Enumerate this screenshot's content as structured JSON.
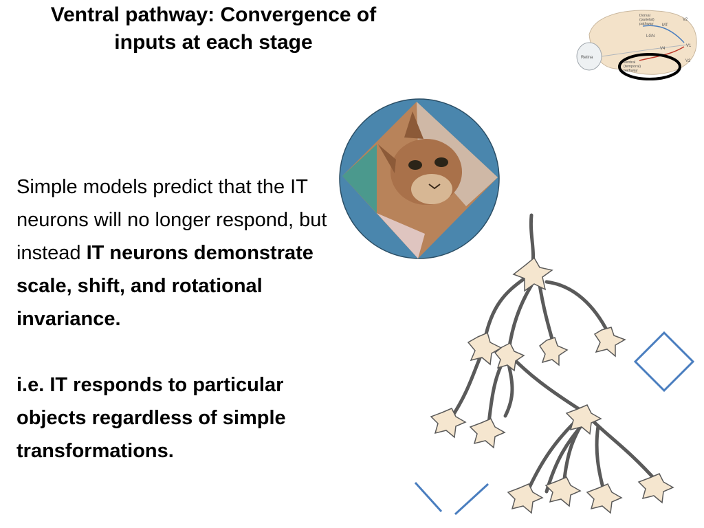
{
  "slide": {
    "title_line1": "Ventral pathway: Convergence of",
    "title_line2": "inputs at each stage",
    "body_plain": "Simple models predict that the IT neurons will no longer respond, but instead ",
    "body_bold": "IT neurons demonstrate scale, shift, and rotational invariance.",
    "body_example": "i.e. IT responds to particular objects regardless of simple transformations."
  },
  "brain_inset": {
    "labels": {
      "dorsal": "Dorsal",
      "dorsal_sub1": "(parietal)",
      "dorsal_sub2": "pathway",
      "mt": "MT",
      "v2_top": "V2",
      "lgn": "LGN",
      "v1": "V1",
      "v4": "V4",
      "retina": "Retina",
      "ventral": "Ventral",
      "ventral_sub1": "(temporal)",
      "ventral_sub2": "pathway",
      "v2_bottom": "V2"
    }
  },
  "colors": {
    "circle_fill": "#4a86ad",
    "shape_stroke": "#4a7ebf",
    "neuron_fill": "#f5e6cf",
    "neuron_stroke": "#5a5a5a",
    "highlight_ring": "#000000",
    "brain_fill": "#f3e2c9"
  }
}
